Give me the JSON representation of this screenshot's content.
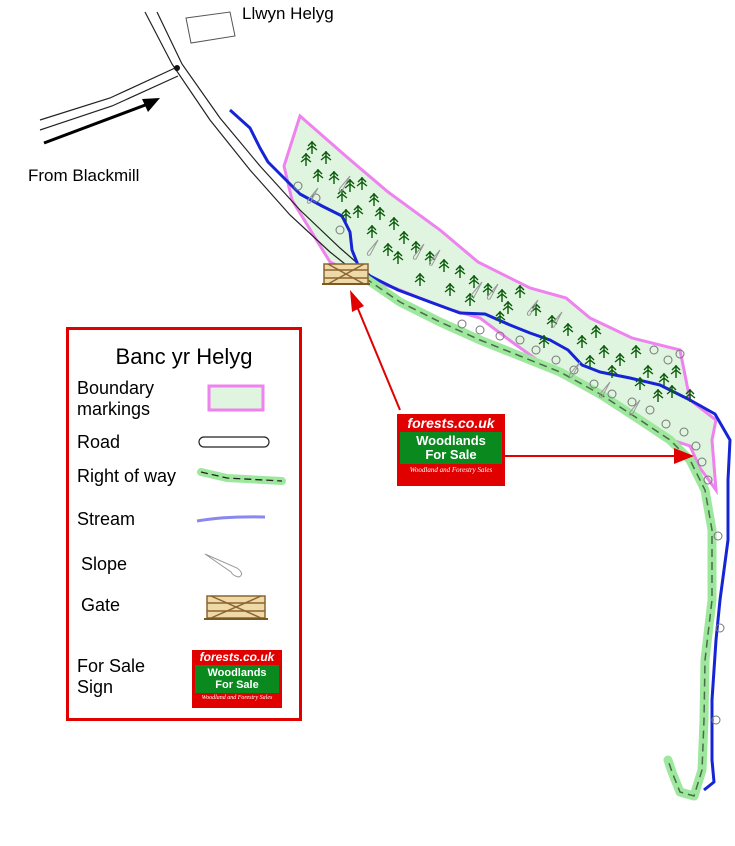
{
  "labels": {
    "house": "Llwyn Helyg",
    "from_road": "From Blackmill"
  },
  "legend": {
    "title": "Banc yr Helyg",
    "items": [
      {
        "label": "Boundary markings",
        "symbol": "boundary-rectangle"
      },
      {
        "label": "Road",
        "symbol": "road-line"
      },
      {
        "label": "Right of way",
        "symbol": "right-of-way-line"
      },
      {
        "label": "Stream",
        "symbol": "stream-line"
      },
      {
        "label": "Slope",
        "symbol": "slope-marker"
      },
      {
        "label": "Gate",
        "symbol": "gate-icon"
      },
      {
        "label": "For Sale Sign",
        "symbol": "for-sale-sign"
      }
    ]
  },
  "sign": {
    "brand": "forests.co.uk",
    "line1": "Woodlands",
    "line2": "For Sale",
    "footer": "Woodland and Forestry Sales"
  },
  "colors": {
    "boundary": "#ee82ee",
    "woodland_fill": "#dff5df",
    "stream": "#1525d6",
    "right_of_way": "#9ee89e",
    "right_of_way_dash": "#4a6a4a",
    "tree": "#0b5a0b",
    "sign_red": "#e00000",
    "sign_green": "#0a8a1e",
    "arrow": "#e00000",
    "gate": "#c8a060"
  }
}
